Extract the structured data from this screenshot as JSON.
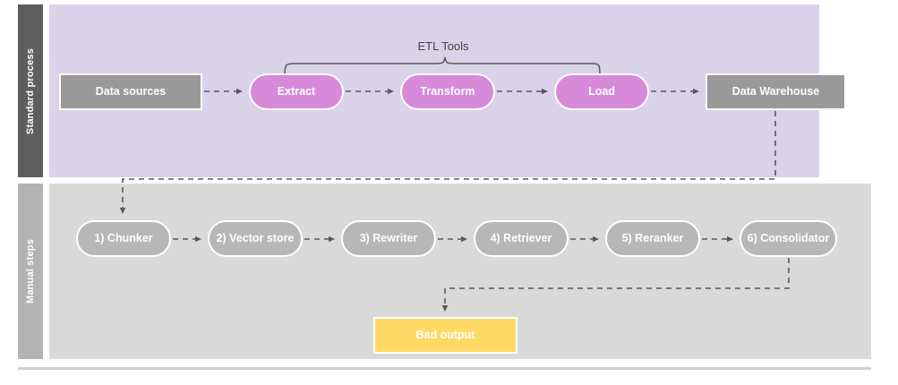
{
  "diagram": {
    "title_annotation": "ETL Tools",
    "lanes": [
      {
        "id": "standard",
        "label": "Standard process",
        "band_color": "#d9d2e9",
        "header_color": "#5e5e5e"
      },
      {
        "id": "manual",
        "label": "Manual steps",
        "band_color": "#d9d9d9",
        "header_color": "#b3b3b3"
      }
    ],
    "nodes": {
      "data_sources": {
        "label": "Data sources",
        "shape": "rect",
        "color": "#999999"
      },
      "extract": {
        "label": "Extract",
        "shape": "pill",
        "color": "#d68ad9"
      },
      "transform": {
        "label": "Transform",
        "shape": "pill",
        "color": "#d68ad9"
      },
      "load": {
        "label": "Load",
        "shape": "pill",
        "color": "#d68ad9"
      },
      "data_warehouse": {
        "label": "Data Warehouse",
        "shape": "rect",
        "color": "#999999"
      },
      "chunker": {
        "label": "1) Chunker",
        "shape": "pill",
        "color": "#b7b7b7"
      },
      "vector_store": {
        "label": "2) Vector store",
        "shape": "pill",
        "color": "#b7b7b7"
      },
      "rewriter": {
        "label": "3) Rewriter",
        "shape": "pill",
        "color": "#b7b7b7"
      },
      "retriever": {
        "label": "4) Retriever",
        "shape": "pill",
        "color": "#b7b7b7"
      },
      "reranker": {
        "label": "5) Reranker",
        "shape": "pill",
        "color": "#b7b7b7"
      },
      "consolidator": {
        "label": "6) Consolidator",
        "shape": "pill",
        "color": "#b7b7b7"
      },
      "bad_output": {
        "label": "Bad output",
        "shape": "rect",
        "color": "#ffd966"
      }
    },
    "edges": [
      {
        "from": "data_sources",
        "to": "extract",
        "style": "dashed"
      },
      {
        "from": "extract",
        "to": "transform",
        "style": "dashed"
      },
      {
        "from": "transform",
        "to": "load",
        "style": "dashed"
      },
      {
        "from": "load",
        "to": "data_warehouse",
        "style": "dashed"
      },
      {
        "from": "data_warehouse",
        "to": "chunker",
        "style": "dashed"
      },
      {
        "from": "chunker",
        "to": "vector_store",
        "style": "dashed"
      },
      {
        "from": "vector_store",
        "to": "rewriter",
        "style": "dashed"
      },
      {
        "from": "rewriter",
        "to": "retriever",
        "style": "dashed"
      },
      {
        "from": "retriever",
        "to": "reranker",
        "style": "dashed"
      },
      {
        "from": "reranker",
        "to": "consolidator",
        "style": "dashed"
      },
      {
        "from": "consolidator",
        "to": "bad_output",
        "style": "dashed"
      }
    ],
    "annotations": [
      {
        "type": "brace",
        "label": "ETL Tools",
        "spans": [
          "extract",
          "transform",
          "load"
        ]
      }
    ],
    "colors": {
      "edge": "#595959",
      "node_text": "#ffffff",
      "annotation_text": "#434343",
      "page_background": "#ffffff",
      "bottom_rule": "#d0d0d0"
    }
  }
}
